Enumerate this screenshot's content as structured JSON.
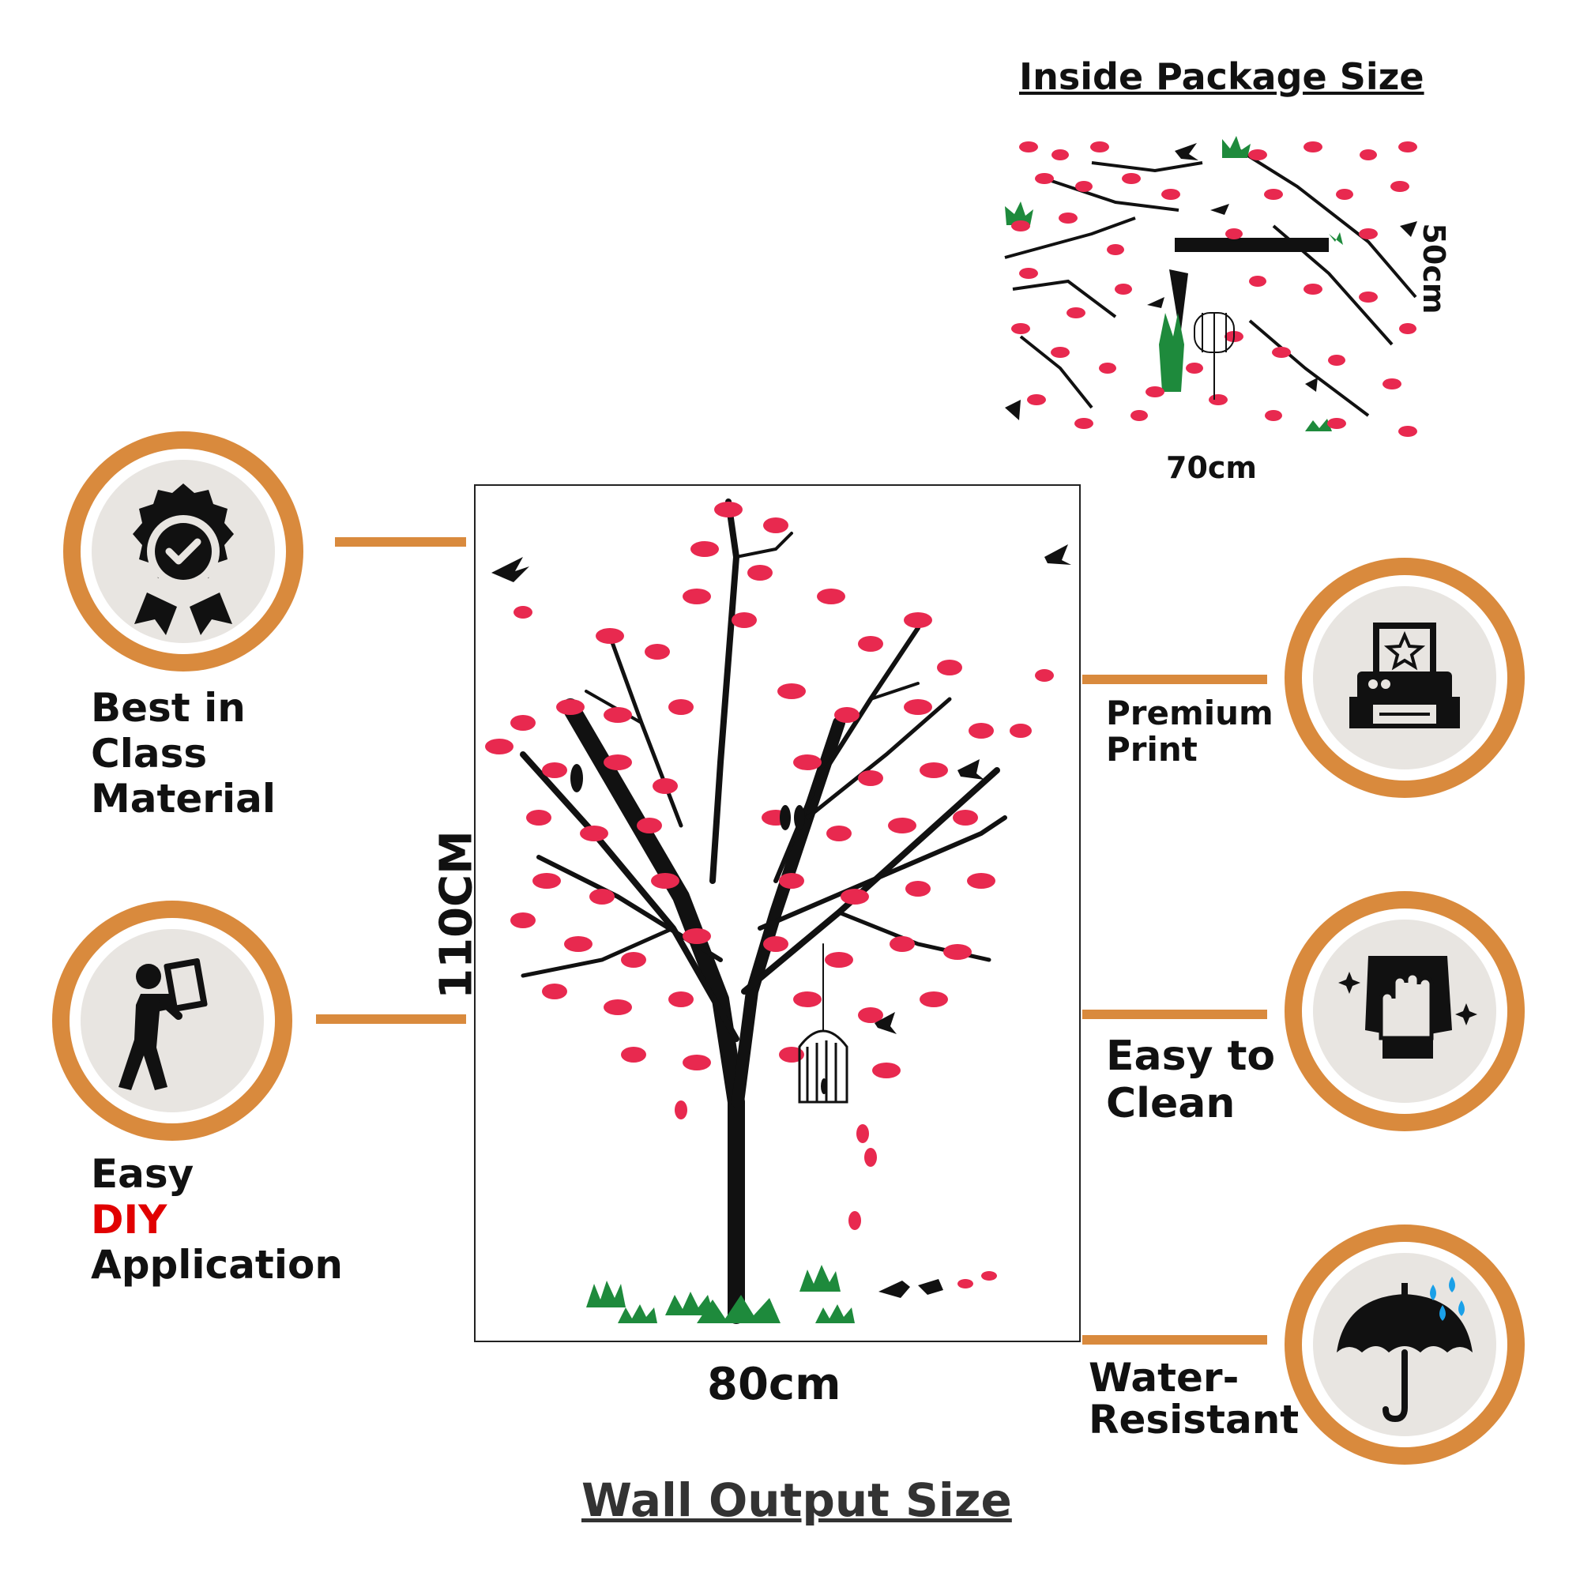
{
  "package": {
    "title": "Inside Package Size",
    "width": "70cm",
    "height": "50cm"
  },
  "wall": {
    "title": "Wall Output Size",
    "width": "80cm",
    "height": "110CM"
  },
  "features": {
    "material": {
      "line1": "Best in",
      "line2": "Class",
      "line3": "Material",
      "icon": "award-badge-icon"
    },
    "diy": {
      "line1": "Easy",
      "line2": "DIY",
      "line3": "Application",
      "icon": "person-carrying-panel-icon"
    },
    "print": {
      "line1": "Premium",
      "line2": "Print",
      "icon": "printer-icon"
    },
    "clean": {
      "line1": "Easy to",
      "line2": "Clean",
      "icon": "cleaning-cloth-icon"
    },
    "water": {
      "line1": "Water-",
      "line2": "Resistant",
      "icon": "umbrella-rain-icon"
    }
  },
  "colors": {
    "accent": "#d98a3d",
    "petal": "#e8294f",
    "grass": "#1e8a3c",
    "diy_text": "#e10000",
    "badge_fill": "#e8e5e1"
  }
}
